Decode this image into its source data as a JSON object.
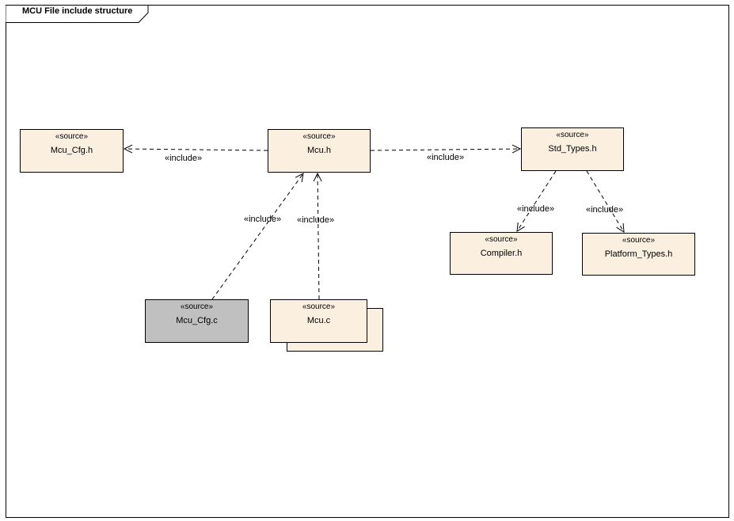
{
  "diagram": {
    "title": "MCU File include structure",
    "stereotype": "«source»",
    "dependency_label": "«include»"
  },
  "nodes": {
    "mcu_cfg_h": "Mcu_Cfg.h",
    "mcu_h": "Mcu.h",
    "std_types_h": "Std_Types.h",
    "compiler_h": "Compiler.h",
    "platform_types_h": "Platform_Types.h",
    "mcu_cfg_c": "Mcu_Cfg.c",
    "mcu_c": "Mcu.c"
  },
  "edges": [
    {
      "from": "mcu_h",
      "to": "mcu_cfg_h",
      "label": "«include»"
    },
    {
      "from": "mcu_h",
      "to": "std_types_h",
      "label": "«include»"
    },
    {
      "from": "std_types_h",
      "to": "compiler_h",
      "label": "«include»"
    },
    {
      "from": "std_types_h",
      "to": "platform_types_h",
      "label": "«include»"
    },
    {
      "from": "mcu_cfg_c",
      "to": "mcu_h",
      "label": "«include»"
    },
    {
      "from": "mcu_c",
      "to": "mcu_h",
      "label": "«include»"
    }
  ],
  "colors": {
    "node_fill": "#fbf0e0",
    "generated_node_fill": "#c0c0c0",
    "line": "#000000"
  }
}
